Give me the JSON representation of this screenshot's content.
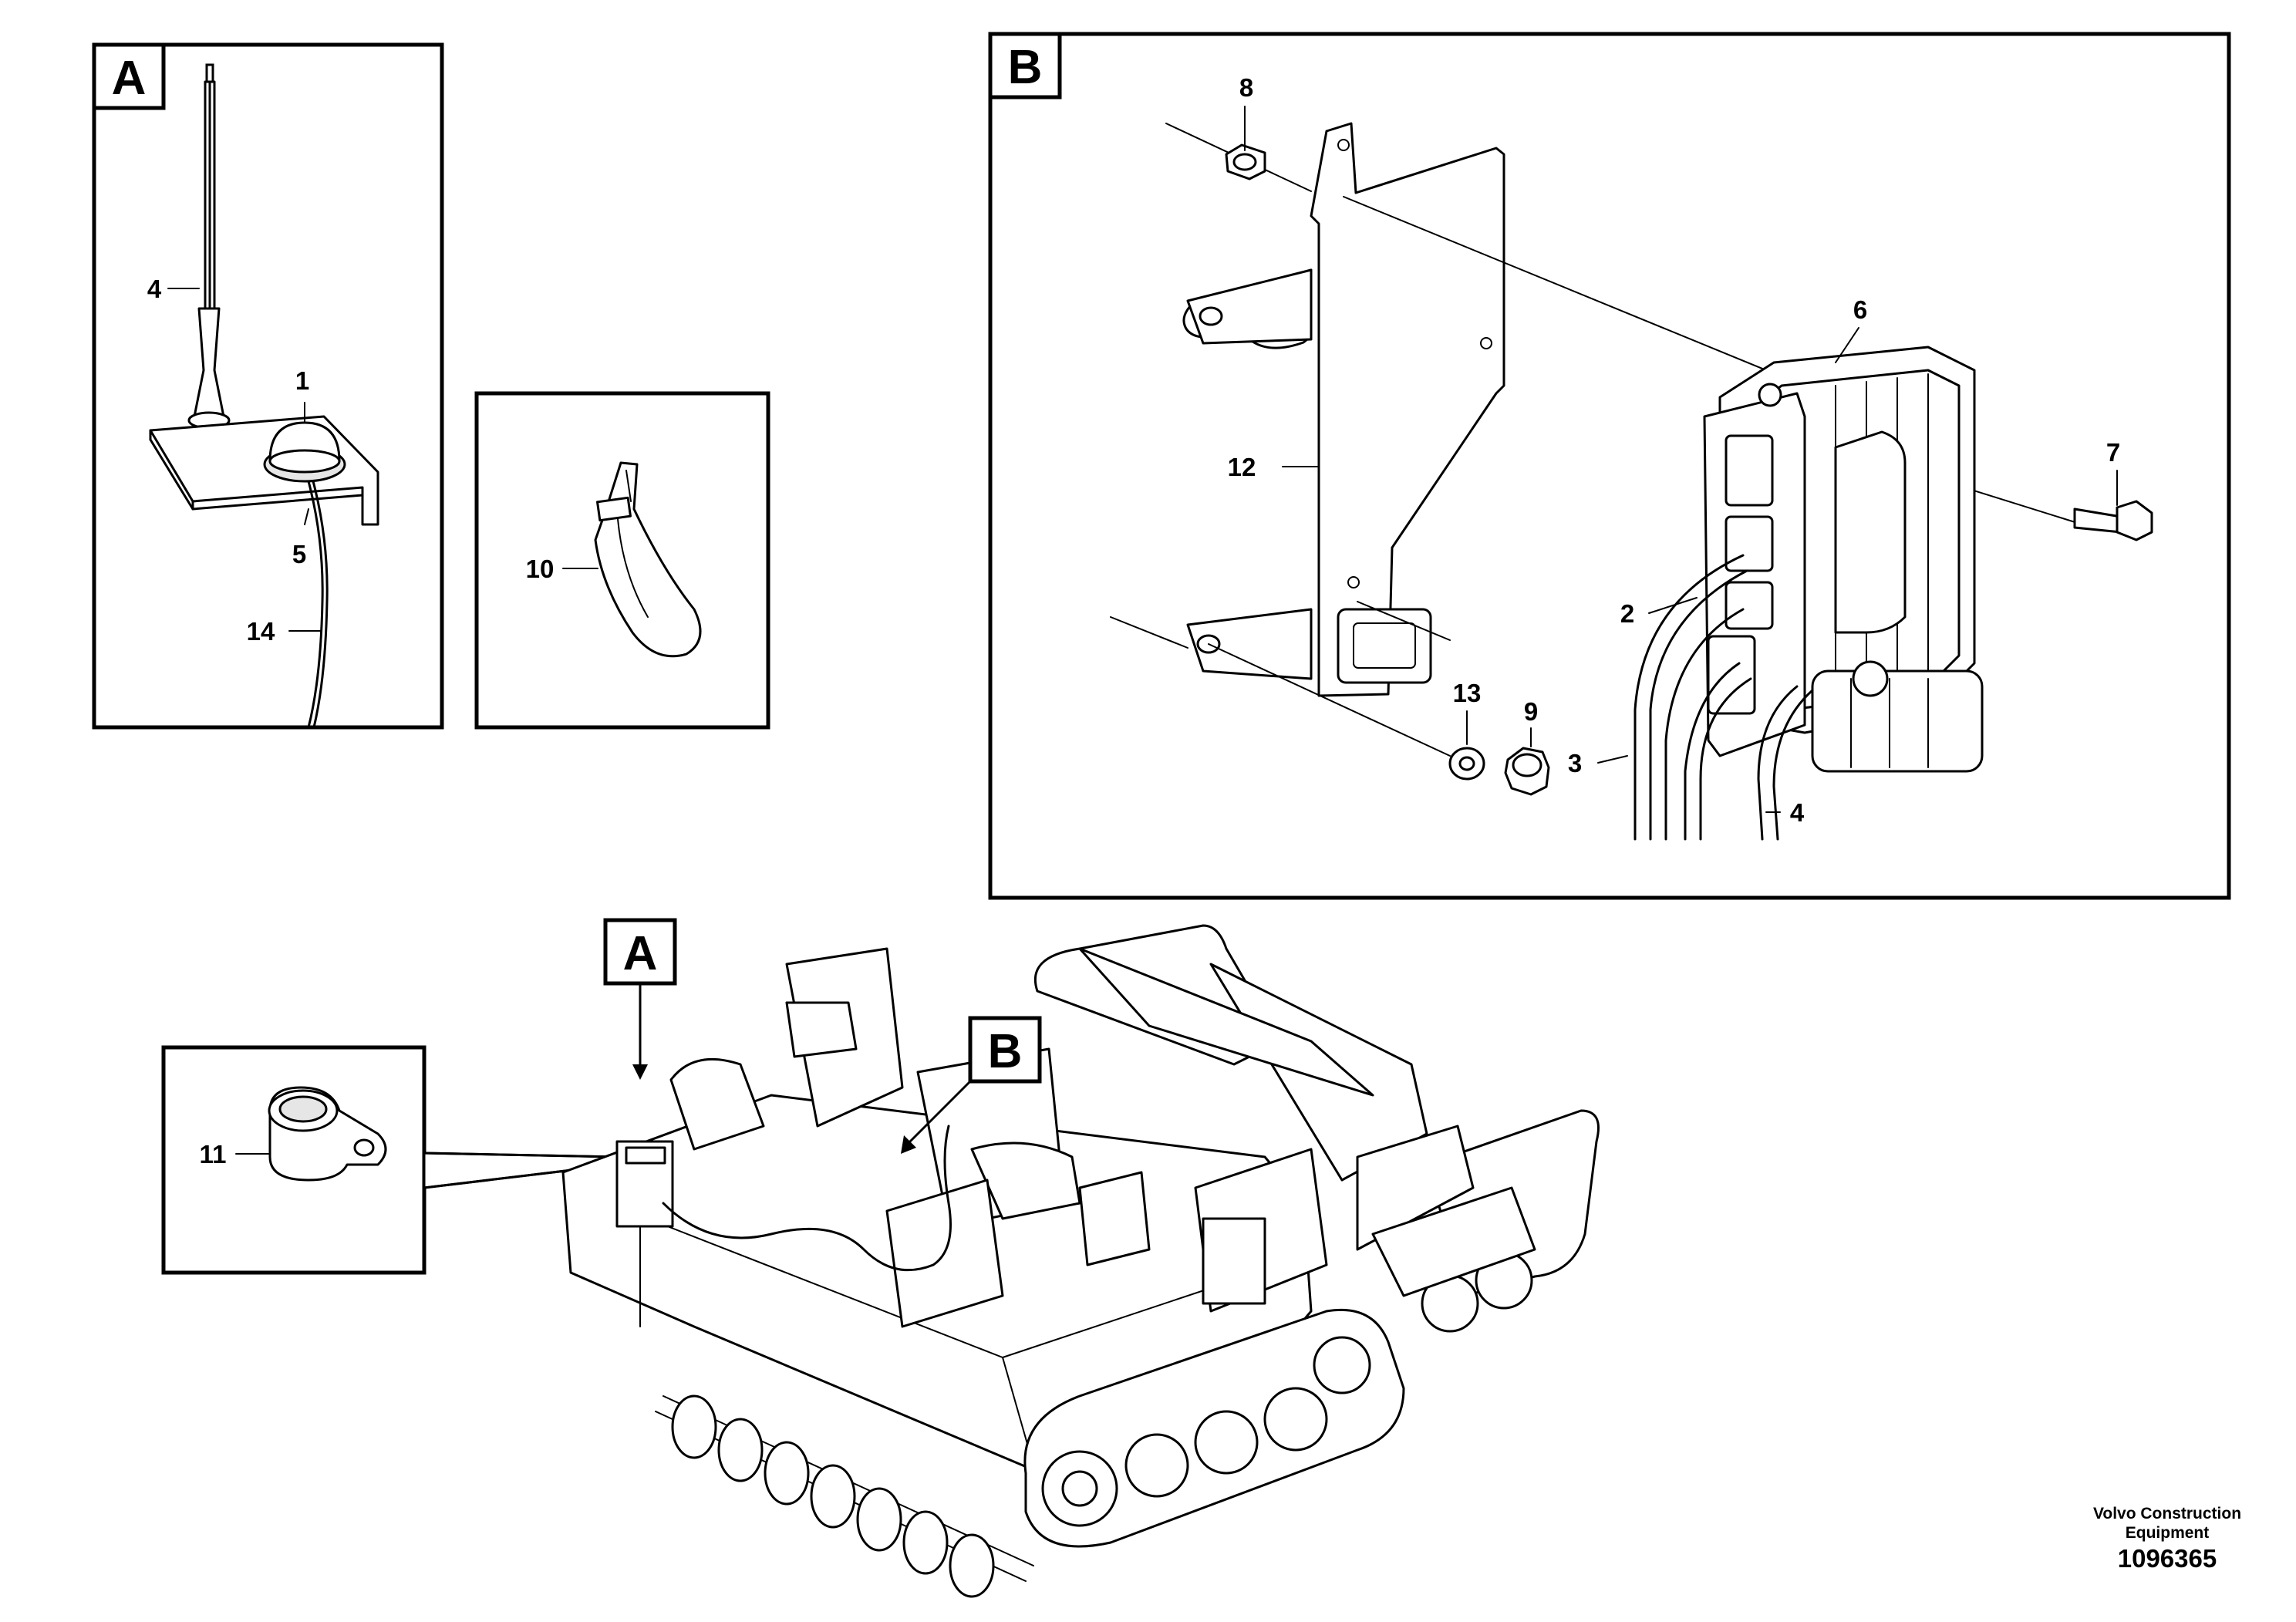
{
  "panels": {
    "a_top": {
      "label": "A",
      "callouts": {
        "antenna_rod": "4",
        "antenna_base": "1",
        "bracket": "5",
        "cable": "14"
      }
    },
    "cable_tie": {
      "callouts": {
        "cable_tie": "10"
      }
    },
    "b": {
      "label": "B",
      "callouts": {
        "bolt_top": "8",
        "control_unit": "6",
        "screw": "7",
        "bracket_plate": "12",
        "harness_upper": "2",
        "harness_lower": "3",
        "harness_right": "4",
        "washer": "13",
        "nut": "9"
      }
    },
    "clamp": {
      "callouts": {
        "clamp": "11"
      }
    }
  },
  "machine": {
    "marker_a": "A",
    "marker_b": "B"
  },
  "footer": {
    "company_line1": "Volvo Construction",
    "company_line2": "Equipment",
    "drawing_number": "1096365"
  }
}
